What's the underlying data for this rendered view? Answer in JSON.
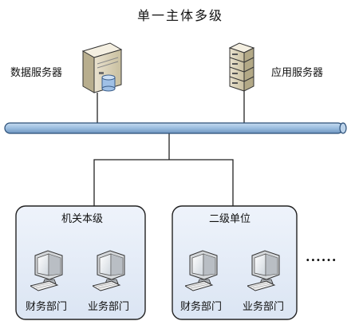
{
  "diagram": {
    "title": "单一主体多级",
    "servers": {
      "data_server": "数据服务器",
      "app_server": "应用服务器"
    },
    "units": [
      {
        "title": "机关本级",
        "depts": [
          "财务部门",
          "业务部门"
        ]
      },
      {
        "title": "二级单位",
        "depts": [
          "财务部门",
          "业务部门"
        ]
      }
    ],
    "continuation": "......"
  }
}
